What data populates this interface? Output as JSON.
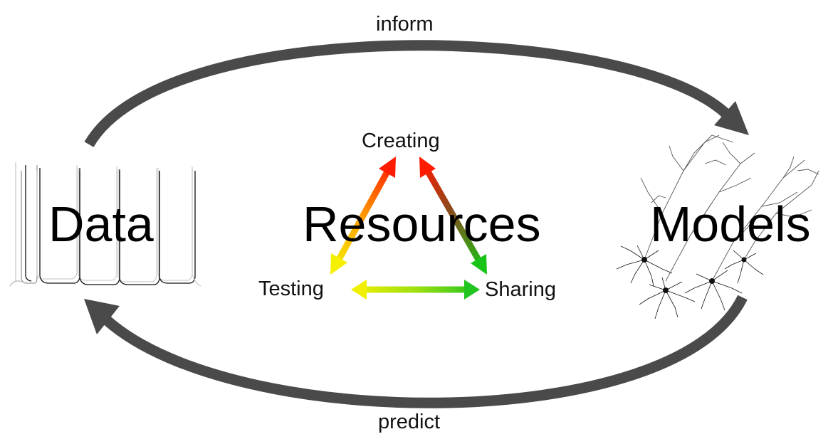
{
  "cycle": {
    "top_label": "inform",
    "bottom_label": "predict",
    "left_title": "Data",
    "right_title": "Models",
    "arrow_color": "#4a4a4a"
  },
  "center": {
    "title": "Resources",
    "nodes": {
      "top": "Creating",
      "left": "Testing",
      "right": "Sharing"
    },
    "colors": {
      "red": "#ff1a00",
      "yellow": "#f2f200",
      "green": "#22c41f",
      "brown": "#8a4a1a"
    }
  }
}
